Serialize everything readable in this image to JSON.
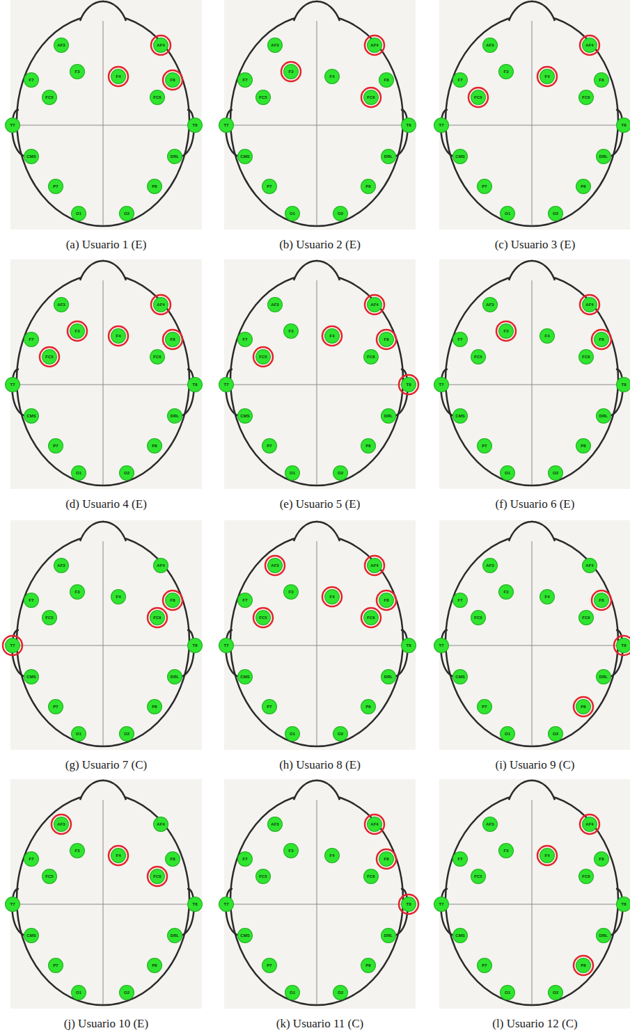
{
  "diagram": {
    "nodes": [
      {
        "text": [
          "(a) Usuario 1 (E)"
        ]
      },
      {
        "text": [
          "AF3"
        ],
        "in": 0
      },
      {
        "text": [
          "AF4"
        ],
        "in": 0
      },
      {
        "text": [
          "F7"
        ],
        "in": 0
      },
      {
        "text": [
          "F3"
        ],
        "in": 0
      },
      {
        "text": [
          "F4"
        ],
        "in": 0
      },
      {
        "text": [
          "F8"
        ],
        "in": 0
      },
      {
        "text": [
          "FC5"
        ],
        "in": 0
      },
      {
        "text": [
          "FC6"
        ],
        "in": 0
      },
      {
        "text": [
          "T7"
        ],
        "in": 0
      },
      {
        "text": [
          "T8"
        ],
        "in": 0
      },
      {
        "text": [
          "CMS"
        ],
        "in": 0
      },
      {
        "text": [
          "DRL"
        ],
        "in": 0
      },
      {
        "text": [
          "P7"
        ],
        "in": 0
      },
      {
        "text": [
          "P8"
        ],
        "in": 0
      },
      {
        "text": [
          "O1"
        ],
        "in": 0
      },
      {
        "text": [
          "O2"
        ],
        "in": 0
      },
      {
        "text": [
          "(b) Usuario 2 (E)"
        ]
      },
      {
        "text": [
          "AF3"
        ],
        "in": 17
      },
      {
        "text": [
          "AF4"
        ],
        "in": 17
      },
      {
        "text": [
          "F7"
        ],
        "in": 17
      },
      {
        "text": [
          "F3"
        ],
        "in": 17
      },
      {
        "text": [
          "F4"
        ],
        "in": 17
      },
      {
        "text": [
          "F8"
        ],
        "in": 17
      },
      {
        "text": [
          "FC5"
        ],
        "in": 17
      },
      {
        "text": [
          "FC6"
        ],
        "in": 17
      },
      {
        "text": [
          "T7"
        ],
        "in": 17
      },
      {
        "text": [
          "T8"
        ],
        "in": 17
      },
      {
        "text": [
          "CMS"
        ],
        "in": 17
      },
      {
        "text": [
          "DRL"
        ],
        "in": 17
      },
      {
        "text": [
          "P7"
        ],
        "in": 17
      },
      {
        "text": [
          "P8"
        ],
        "in": 17
      },
      {
        "text": [
          "O1"
        ],
        "in": 17
      },
      {
        "text": [
          "O2"
        ],
        "in": 17
      },
      {
        "text": [
          "(c) Usuario 3 (E)"
        ]
      },
      {
        "text": [
          "AF3"
        ],
        "in": 34
      },
      {
        "text": [
          "AF4"
        ],
        "in": 34
      },
      {
        "text": [
          "F7"
        ],
        "in": 34
      },
      {
        "text": [
          "F3"
        ],
        "in": 34
      },
      {
        "text": [
          "F4"
        ],
        "in": 34
      },
      {
        "text": [
          "F8"
        ],
        "in": 34
      },
      {
        "text": [
          "FC5"
        ],
        "in": 34
      },
      {
        "text": [
          "FC6"
        ],
        "in": 34
      },
      {
        "text": [
          "T7"
        ],
        "in": 34
      },
      {
        "text": [
          "T8"
        ],
        "in": 34
      },
      {
        "text": [
          "CMS"
        ],
        "in": 34
      },
      {
        "text": [
          "DRL"
        ],
        "in": 34
      },
      {
        "text": [
          "P7"
        ],
        "in": 34
      },
      {
        "text": [
          "P8"
        ],
        "in": 34
      },
      {
        "text": [
          "O1"
        ],
        "in": 34
      },
      {
        "text": [
          "O2"
        ],
        "in": 34
      },
      {
        "text": [
          "(d) Usuario 4 (E)"
        ]
      },
      {
        "text": [
          "AF3"
        ],
        "in": 51
      },
      {
        "text": [
          "AF4"
        ],
        "in": 51
      },
      {
        "text": [
          "F7"
        ],
        "in": 51
      },
      {
        "text": [
          "F3"
        ],
        "in": 51
      },
      {
        "text": [
          "F4"
        ],
        "in": 51
      },
      {
        "text": [
          "F8"
        ],
        "in": 51
      },
      {
        "text": [
          "FC5"
        ],
        "in": 51
      },
      {
        "text": [
          "FC6"
        ],
        "in": 51
      },
      {
        "text": [
          "T7"
        ],
        "in": 51
      },
      {
        "text": [
          "T8"
        ],
        "in": 51
      },
      {
        "text": [
          "CMS"
        ],
        "in": 51
      },
      {
        "text": [
          "DRL"
        ],
        "in": 51
      },
      {
        "text": [
          "P7"
        ],
        "in": 51
      },
      {
        "text": [
          "P8"
        ],
        "in": 51
      },
      {
        "text": [
          "O1"
        ],
        "in": 51
      },
      {
        "text": [
          "O2"
        ],
        "in": 51
      },
      {
        "text": [
          "(e) Usuario 5 (E)"
        ]
      },
      {
        "text": [
          "AF3"
        ],
        "in": 68
      },
      {
        "text": [
          "AF4"
        ],
        "in": 68
      },
      {
        "text": [
          "F7"
        ],
        "in": 68
      },
      {
        "text": [
          "F3"
        ],
        "in": 68
      },
      {
        "text": [
          "F4"
        ],
        "in": 68
      },
      {
        "text": [
          "F8"
        ],
        "in": 68
      },
      {
        "text": [
          "FC5"
        ],
        "in": 68
      },
      {
        "text": [
          "FC6"
        ],
        "in": 68
      },
      {
        "text": [
          "T7"
        ],
        "in": 68
      },
      {
        "text": [
          "T8"
        ],
        "in": 68
      },
      {
        "text": [
          "CMS"
        ],
        "in": 68
      },
      {
        "text": [
          "DRL"
        ],
        "in": 68
      },
      {
        "text": [
          "P7"
        ],
        "in": 68
      },
      {
        "text": [
          "P8"
        ],
        "in": 68
      },
      {
        "text": [
          "O1"
        ],
        "in": 68
      },
      {
        "text": [
          "O2"
        ],
        "in": 68
      },
      {
        "text": [
          "(f) Usuario 6 (E)"
        ]
      },
      {
        "text": [
          "AF3"
        ],
        "in": 85
      },
      {
        "text": [
          "AF4"
        ],
        "in": 85
      },
      {
        "text": [
          "F7"
        ],
        "in": 85
      },
      {
        "text": [
          "F3"
        ],
        "in": 85
      },
      {
        "text": [
          "F4"
        ],
        "in": 85
      },
      {
        "text": [
          "F8"
        ],
        "in": 85
      },
      {
        "text": [
          "FC5"
        ],
        "in": 85
      },
      {
        "text": [
          "FC6"
        ],
        "in": 85
      },
      {
        "text": [
          "T7"
        ],
        "in": 85
      },
      {
        "text": [
          "T8"
        ],
        "in": 85
      },
      {
        "text": [
          "CMS"
        ],
        "in": 85
      },
      {
        "text": [
          "DRL"
        ],
        "in": 85
      },
      {
        "text": [
          "P7"
        ],
        "in": 85
      },
      {
        "text": [
          "P8"
        ],
        "in": 85
      },
      {
        "text": [
          "O1"
        ],
        "in": 85
      },
      {
        "text": [
          "O2"
        ],
        "in": 85
      },
      {
        "text": [
          "(g) Usuario 7 (C)"
        ]
      },
      {
        "text": [
          "AF3"
        ],
        "in": 102
      },
      {
        "text": [
          "AF4"
        ],
        "in": 102
      },
      {
        "text": [
          "F7"
        ],
        "in": 102
      },
      {
        "text": [
          "F3"
        ],
        "in": 102
      },
      {
        "text": [
          "F4"
        ],
        "in": 102
      },
      {
        "text": [
          "F8"
        ],
        "in": 102
      },
      {
        "text": [
          "FC5"
        ],
        "in": 102
      },
      {
        "text": [
          "FC6"
        ],
        "in": 102
      },
      {
        "text": [
          "T7"
        ],
        "in": 102
      },
      {
        "text": [
          "T8"
        ],
        "in": 102
      },
      {
        "text": [
          "CMS"
        ],
        "in": 102
      },
      {
        "text": [
          "DRL"
        ],
        "in": 102
      },
      {
        "text": [
          "P7"
        ],
        "in": 102
      },
      {
        "text": [
          "P8"
        ],
        "in": 102
      },
      {
        "text": [
          "O1"
        ],
        "in": 102
      },
      {
        "text": [
          "O2"
        ],
        "in": 102
      },
      {
        "text": [
          "(h) Usuario 8 (E)"
        ]
      },
      {
        "text": [
          "AF3"
        ],
        "in": 119
      },
      {
        "text": [
          "AF4"
        ],
        "in": 119
      },
      {
        "text": [
          "F7"
        ],
        "in": 119
      },
      {
        "text": [
          "F3"
        ],
        "in": 119
      },
      {
        "text": [
          "F4"
        ],
        "in": 119
      },
      {
        "text": [
          "F8"
        ],
        "in": 119
      },
      {
        "text": [
          "FC5"
        ],
        "in": 119
      },
      {
        "text": [
          "FC6"
        ],
        "in": 119
      },
      {
        "text": [
          "T7"
        ],
        "in": 119
      },
      {
        "text": [
          "T8"
        ],
        "in": 119
      },
      {
        "text": [
          "CMS"
        ],
        "in": 119
      },
      {
        "text": [
          "DRL"
        ],
        "in": 119
      },
      {
        "text": [
          "P7"
        ],
        "in": 119
      },
      {
        "text": [
          "P8"
        ],
        "in": 119
      },
      {
        "text": [
          "O1"
        ],
        "in": 119
      },
      {
        "text": [
          "O2"
        ],
        "in": 119
      },
      {
        "text": [
          "(i) Usuario 9 (C)"
        ]
      },
      {
        "text": [
          "AF3"
        ],
        "in": 136
      },
      {
        "text": [
          "AF4"
        ],
        "in": 136
      },
      {
        "text": [
          "F7"
        ],
        "in": 136
      },
      {
        "text": [
          "F3"
        ],
        "in": 136
      },
      {
        "text": [
          "F4"
        ],
        "in": 136
      },
      {
        "text": [
          "F8"
        ],
        "in": 136
      },
      {
        "text": [
          "FC5"
        ],
        "in": 136
      },
      {
        "text": [
          "FC6"
        ],
        "in": 136
      },
      {
        "text": [
          "T7"
        ],
        "in": 136
      },
      {
        "text": [
          "T8"
        ],
        "in": 136
      },
      {
        "text": [
          "CMS"
        ],
        "in": 136
      },
      {
        "text": [
          "DRL"
        ],
        "in": 136
      },
      {
        "text": [
          "P7"
        ],
        "in": 136
      },
      {
        "text": [
          "P8"
        ],
        "in": 136
      },
      {
        "text": [
          "O1"
        ],
        "in": 136
      },
      {
        "text": [
          "O2"
        ],
        "in": 136
      },
      {
        "text": [
          "(j) Usuario 10 (E)"
        ]
      },
      {
        "text": [
          "AF3"
        ],
        "in": 153
      },
      {
        "text": [
          "AF4"
        ],
        "in": 153
      },
      {
        "text": [
          "F7"
        ],
        "in": 153
      },
      {
        "text": [
          "F3"
        ],
        "in": 153
      },
      {
        "text": [
          "F4"
        ],
        "in": 153
      },
      {
        "text": [
          "F8"
        ],
        "in": 153
      },
      {
        "text": [
          "FC5"
        ],
        "in": 153
      },
      {
        "text": [
          "FC6"
        ],
        "in": 153
      },
      {
        "text": [
          "T7"
        ],
        "in": 153
      },
      {
        "text": [
          "T8"
        ],
        "in": 153
      },
      {
        "text": [
          "CMS"
        ],
        "in": 153
      },
      {
        "text": [
          "DRL"
        ],
        "in": 153
      },
      {
        "text": [
          "P7"
        ],
        "in": 153
      },
      {
        "text": [
          "P8"
        ],
        "in": 153
      },
      {
        "text": [
          "O1"
        ],
        "in": 153
      },
      {
        "text": [
          "O2"
        ],
        "in": 153
      },
      {
        "text": [
          "(k) Usuario 11 (C)"
        ]
      },
      {
        "text": [
          "AF3"
        ],
        "in": 170
      },
      {
        "text": [
          "AF4"
        ],
        "in": 170
      },
      {
        "text": [
          "F7"
        ],
        "in": 170
      },
      {
        "text": [
          "F3"
        ],
        "in": 170
      },
      {
        "text": [
          "F4"
        ],
        "in": 170
      },
      {
        "text": [
          "F8"
        ],
        "in": 170
      },
      {
        "text": [
          "FC5"
        ],
        "in": 170
      },
      {
        "text": [
          "FC6"
        ],
        "in": 170
      },
      {
        "text": [
          "T7"
        ],
        "in": 170
      },
      {
        "text": [
          "T8"
        ],
        "in": 170
      },
      {
        "text": [
          "CMS"
        ],
        "in": 170
      },
      {
        "text": [
          "DRL"
        ],
        "in": 170
      },
      {
        "text": [
          "P7"
        ],
        "in": 170
      },
      {
        "text": [
          "P8"
        ],
        "in": 170
      },
      {
        "text": [
          "O1"
        ],
        "in": 170
      },
      {
        "text": [
          "O2"
        ],
        "in": 170
      },
      {
        "text": [
          "(l) Usuario 12 (C)"
        ]
      },
      {
        "text": [
          "AF3"
        ],
        "in": 187
      },
      {
        "text": [
          "AF4"
        ],
        "in": 187
      },
      {
        "text": [
          "F7"
        ],
        "in": 187
      },
      {
        "text": [
          "F3"
        ],
        "in": 187
      },
      {
        "text": [
          "F4"
        ],
        "in": 187
      },
      {
        "text": [
          "F8"
        ],
        "in": 187
      },
      {
        "text": [
          "FC5"
        ],
        "in": 187
      },
      {
        "text": [
          "FC6"
        ],
        "in": 187
      },
      {
        "text": [
          "T7"
        ],
        "in": 187
      },
      {
        "text": [
          "T8"
        ],
        "in": 187
      },
      {
        "text": [
          "CMS"
        ],
        "in": 187
      },
      {
        "text": [
          "DRL"
        ],
        "in": 187
      },
      {
        "text": [
          "P7"
        ],
        "in": 187
      },
      {
        "text": [
          "P8"
        ],
        "in": 187
      },
      {
        "text": [
          "O1"
        ],
        "in": 187
      },
      {
        "text": [
          "O2"
        ],
        "in": 187
      }
    ]
  }
}
